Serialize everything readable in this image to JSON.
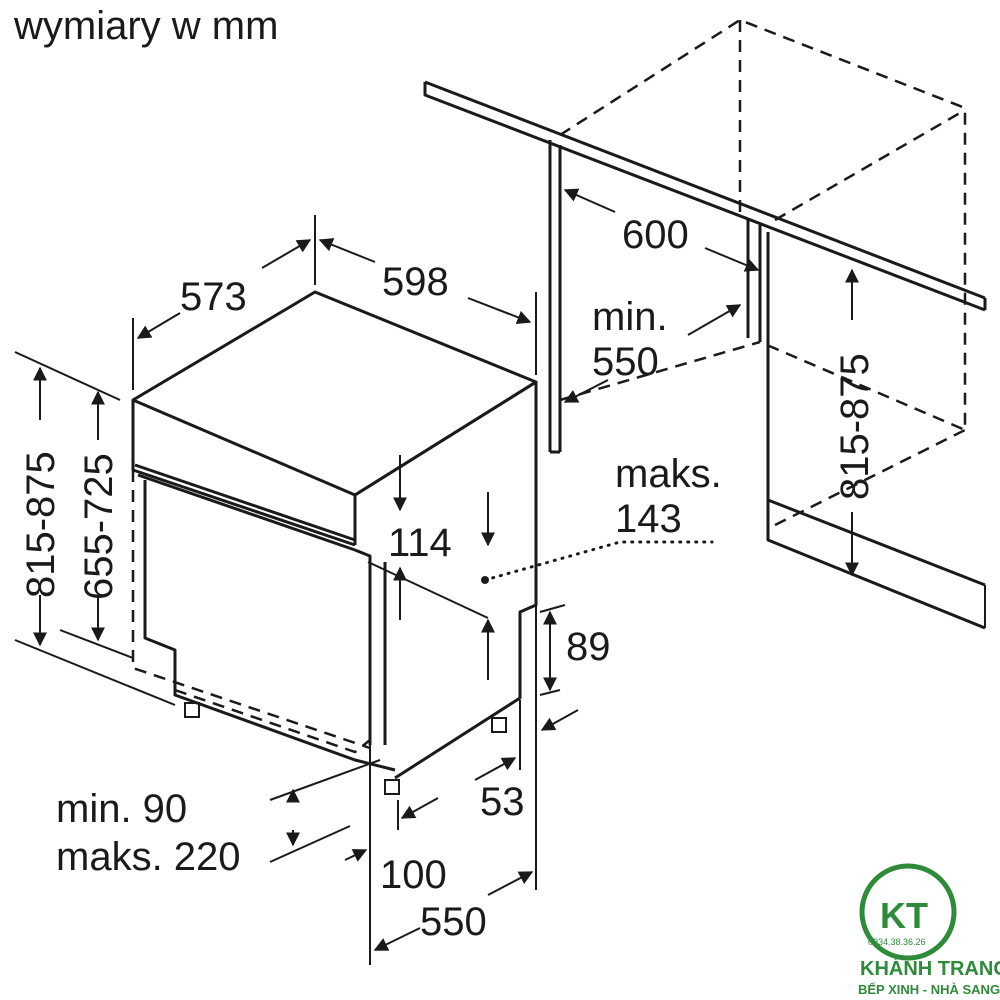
{
  "title": "wymiary w mm",
  "dimensions": {
    "width_top": "573",
    "depth_top": "598",
    "niche_width": "600",
    "niche_min_label": "min.",
    "niche_min_value": "550",
    "niche_height": "815-875",
    "left_height": "815-875",
    "left_height_inner": "655-725",
    "panel_max_label": "maks.",
    "panel_max_value": "143",
    "gap_114": "114",
    "plinth_89": "89",
    "plinth_53": "53",
    "plinth_min": "min. 90",
    "plinth_max": "maks. 220",
    "recess_100": "100",
    "depth_550": "550"
  },
  "logo": {
    "brand": "KHÁNH TRANG HOME",
    "slogan": "BẾP XINH - NHÀ SANG",
    "phone": "0934.38.36.26",
    "accent": "#2e8b3a"
  }
}
